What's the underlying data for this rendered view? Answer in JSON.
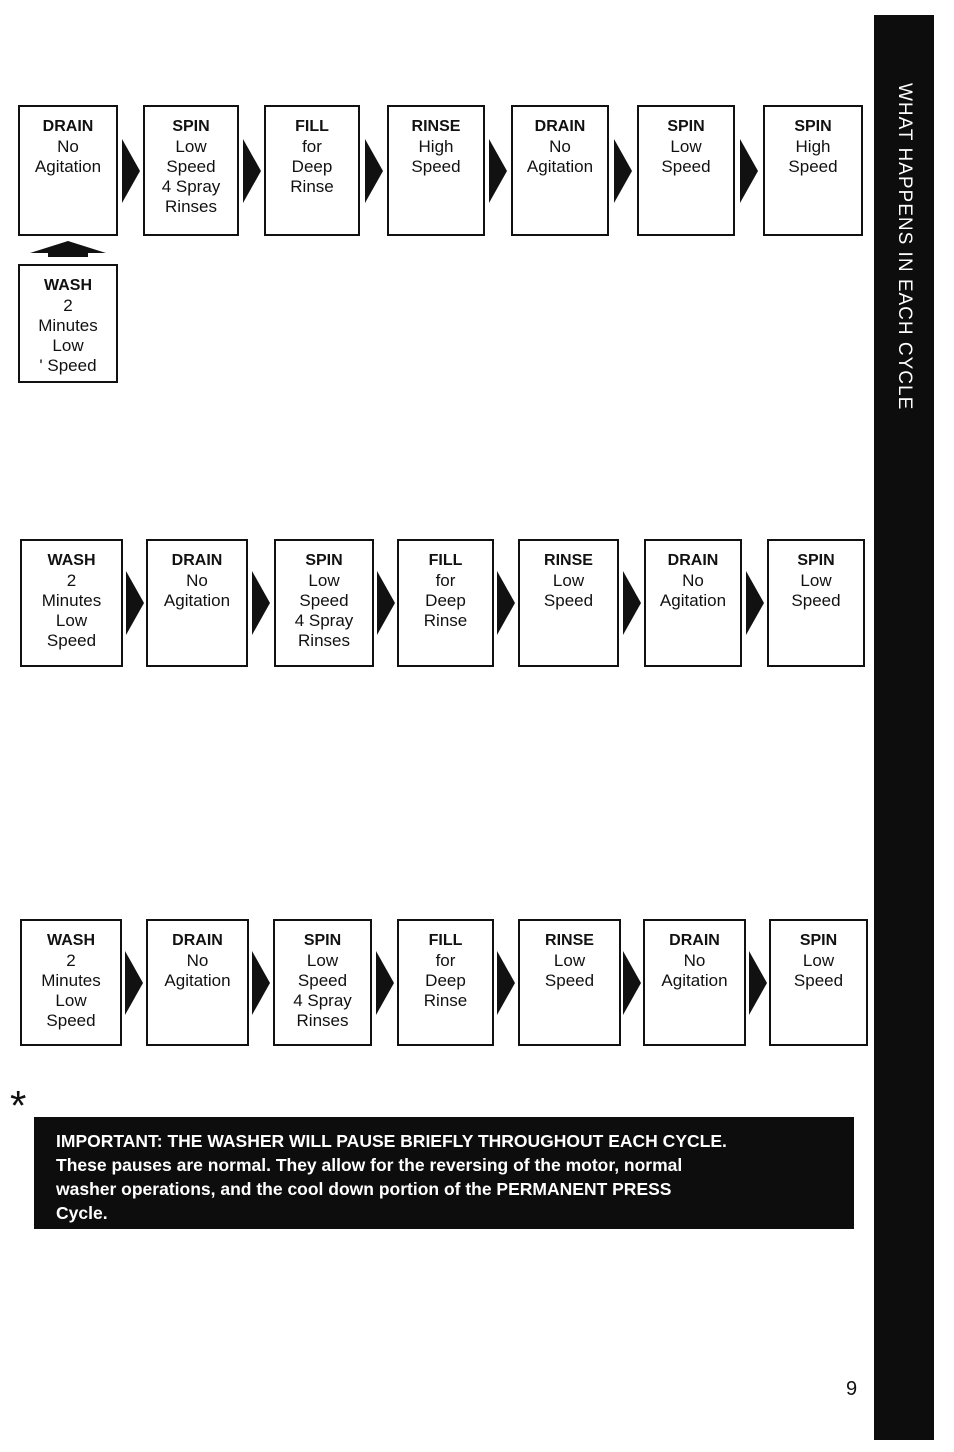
{
  "side_tab": {
    "text": "WHAT HAPPENS IN EACH CYCLE"
  },
  "rows": [
    {
      "boxes": [
        [
          "DRAIN",
          "No",
          "Agitation"
        ],
        [
          "SPIN",
          "Low",
          "Speed",
          "4 Spray",
          "Rinses"
        ],
        [
          "FILL",
          "for",
          "Deep",
          "Rinse"
        ],
        [
          "RINSE",
          "High",
          "Speed"
        ],
        [
          "DRAIN",
          "No",
          "Agitation"
        ],
        [
          "SPIN",
          "Low",
          "Speed"
        ],
        [
          "SPIN",
          "High",
          "Speed"
        ]
      ]
    },
    {
      "boxes": [
        [
          "WASH",
          "2",
          "Minutes",
          "Low",
          "Speed"
        ],
        [
          "DRAIN",
          "No",
          "Agitation"
        ],
        [
          "SPIN",
          "Low",
          "Speed",
          "4 Spray",
          "Rinses"
        ],
        [
          "FILL",
          "for",
          "Deep",
          "Rinse"
        ],
        [
          "RINSE",
          "Low",
          "Speed"
        ],
        [
          "DRAIN",
          "No",
          "Agitation"
        ],
        [
          "SPIN",
          "Low",
          "Speed"
        ]
      ]
    },
    {
      "boxes": [
        [
          "WASH",
          "2",
          "Minutes",
          "Low",
          "Speed"
        ],
        [
          "DRAIN",
          "No",
          "Agitation"
        ],
        [
          "SPIN",
          "Low",
          "Speed",
          "4 Spray",
          "Rinses"
        ],
        [
          "FILL",
          "for",
          "Deep",
          "Rinse"
        ],
        [
          "RINSE",
          "Low",
          "Speed"
        ],
        [
          "DRAIN",
          "No",
          "Agitation"
        ],
        [
          "SPIN",
          "Low",
          "Speed"
        ]
      ]
    }
  ],
  "extra_wash_box": [
    "WASH",
    "2",
    "Minutes",
    "Low",
    "' Speed"
  ],
  "asterisk": "*",
  "notice": {
    "line1": "IMPORTANT: THE WASHER WILL PAUSE BRIEFLY THROUGHOUT EACH CYCLE.",
    "line2": "These pauses are normal. They allow for the reversing of the motor, normal",
    "line3": "washer operations, and the cool down portion of the PERMANENT PRESS",
    "line4": "Cycle."
  },
  "page_number": "9"
}
